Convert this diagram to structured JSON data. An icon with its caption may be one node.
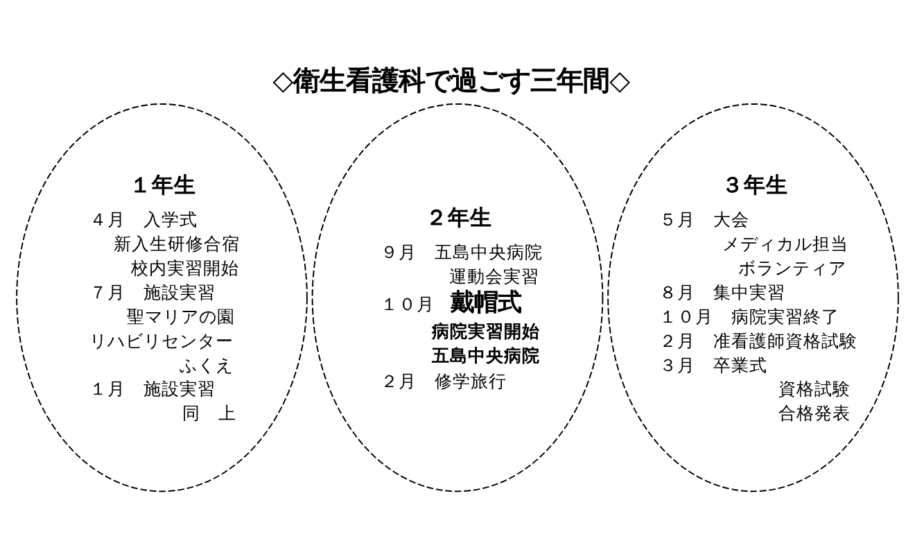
{
  "diagram": {
    "title": "◇衛生看護科で過ごす三年間◇",
    "nodes": [
      {
        "text": [
          "１年生",
          "４月　入学式",
          "新入生研修合宿",
          "校内実習開始",
          "７月　施設実習",
          "聖マリアの園",
          "リハビリセンター",
          "ふくえ",
          "１月　施設実習",
          "同　上"
        ]
      },
      {
        "text": [
          "２年生",
          "９月　五島中央病院",
          "運動会実習",
          "１０月　**戴帽式**",
          "病院実習開始",
          "五島中央病院",
          "２月　修学旅行"
        ]
      },
      {
        "text": [
          "３年生",
          "５月　大会",
          "メディカル担当",
          "ボランティア",
          "８月　集中実習",
          "１０月　病院実習終了",
          "２月　准看護師資格試験",
          "３月　卒業式",
          "資格試験",
          "合格発表"
        ]
      }
    ]
  }
}
